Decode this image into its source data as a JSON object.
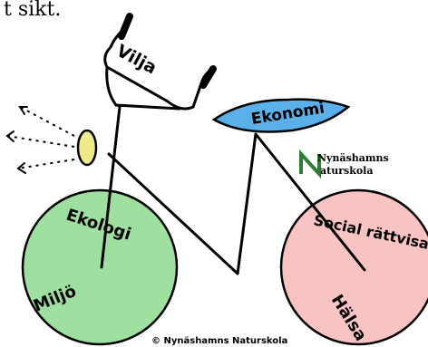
{
  "header": {
    "partial_text": "t sikt."
  },
  "labels": {
    "handlebar": "Vilja",
    "seat": "Ekonomi",
    "front_wheel_top": "Ekologi",
    "front_wheel_bottom": "Miljö",
    "rear_wheel_top": "Social rättvisa",
    "rear_wheel_bottom": "Hälsa"
  },
  "logo": {
    "line1": "Nynäshamns",
    "line2": "aturskola",
    "initial": "N"
  },
  "copyright": "© Nynäshamns Naturskola",
  "colors": {
    "front_wheel": "#9fe0a0",
    "rear_wheel": "#f7c3c3",
    "seat": "#5ab0e8",
    "lamp": "#eeea8a",
    "stroke": "#000000"
  }
}
